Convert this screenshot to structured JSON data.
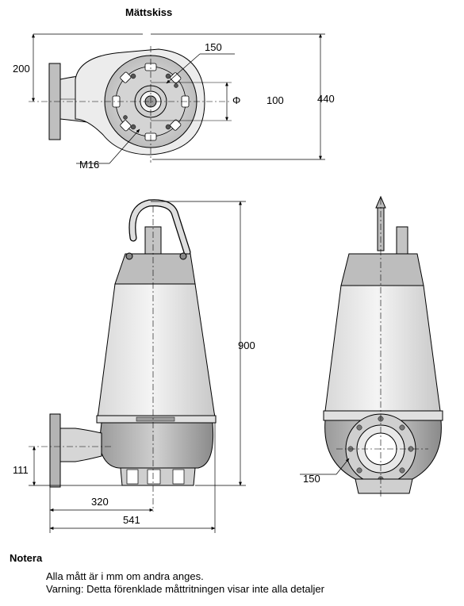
{
  "title": "Mättskiss",
  "top_view": {
    "dim_200": "200",
    "dim_150": "150",
    "dim_phi": "Φ",
    "dim_100": "100",
    "dim_440": "440",
    "dim_m16": "M16"
  },
  "side_view": {
    "dim_900": "900",
    "dim_111": "111",
    "dim_320": "320",
    "dim_541": "541"
  },
  "front_view": {
    "dim_150": "150"
  },
  "notes": {
    "heading": "Notera",
    "lines": [
      "Alla mått är i mm om andra anges.",
      "Varning: Detta förenklade måttritningen visar inte alla detaljer"
    ]
  }
}
